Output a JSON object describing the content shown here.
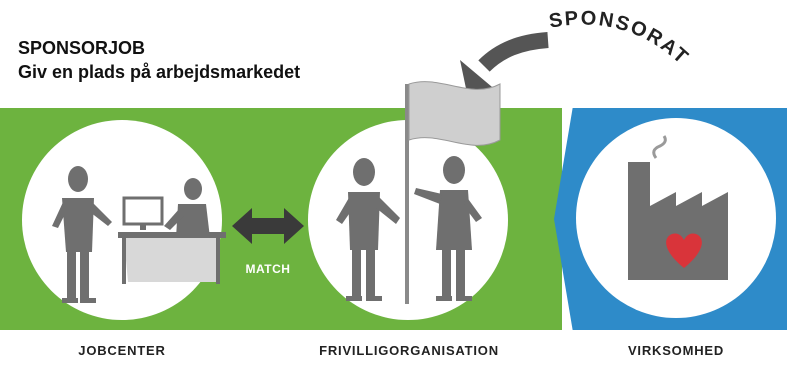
{
  "header": {
    "title": "SPONSORJOB",
    "subtitle": "Giv en plads på arbejdsmarkedet"
  },
  "arc_label": "SPONSORAT",
  "match_label": "MATCH",
  "sections": [
    {
      "label": "JOBCENTER"
    },
    {
      "label": "FRIVILLIGORGANISATION"
    },
    {
      "label": "VIRKSOMHED"
    }
  ],
  "colors": {
    "green": "#6db33f",
    "blue": "#2e8bc9",
    "figure": "#6f6f6f",
    "heart": "#d9343a"
  },
  "icons": [
    "person-icon",
    "computer-desk-icon",
    "double-arrow-icon",
    "flag-icon",
    "factory-icon",
    "heart-icon",
    "curved-arrow-icon"
  ]
}
